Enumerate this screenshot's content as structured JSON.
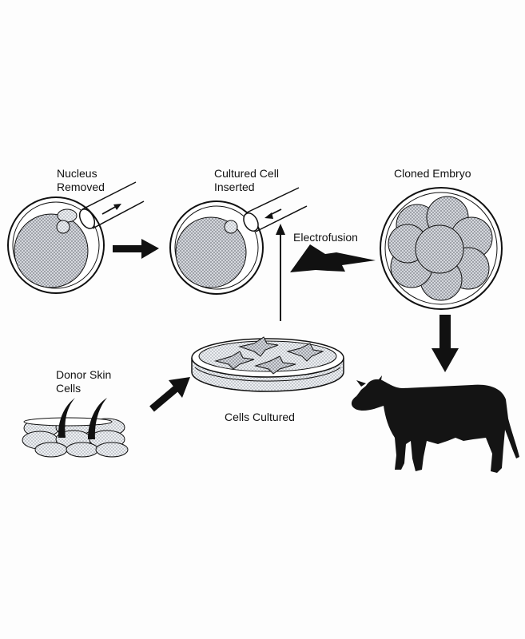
{
  "labels": {
    "nucleus_removed": [
      "Nucleus",
      "Removed"
    ],
    "cultured_cell_inserted": [
      "Cultured Cell",
      "Inserted"
    ],
    "cloned_embryo": "Cloned Embryo",
    "electrofusion": "Electrofusion",
    "donor_skin_cells": [
      "Donor Skin",
      "Cells"
    ],
    "cells_cultured": "Cells Cultured"
  },
  "colors": {
    "ink": "#111111",
    "hatch": "#8a8d94",
    "cell_fill": "#e6e8ec",
    "cow": "#141414"
  }
}
